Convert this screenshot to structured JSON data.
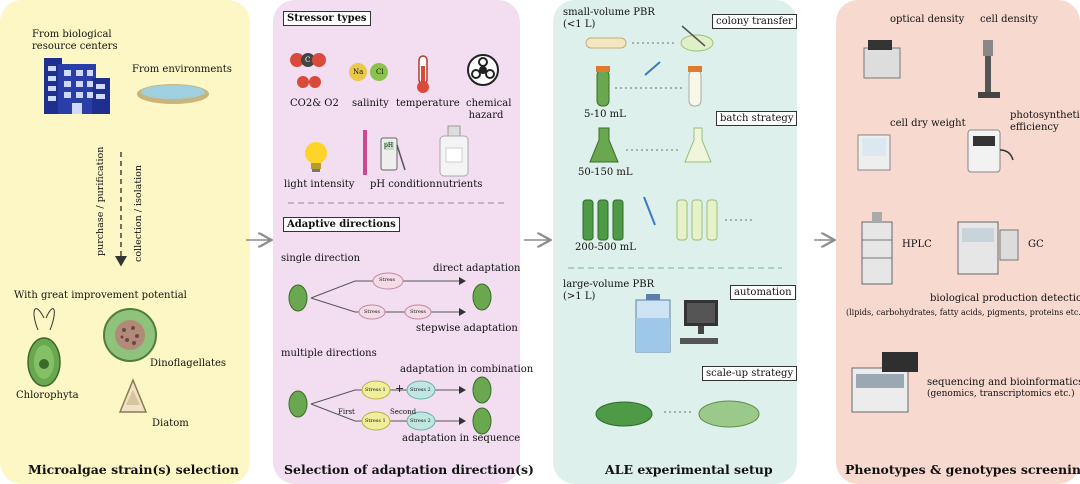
{
  "panels": {
    "p1": {
      "title": "Microalgae strain(s) selection",
      "from_centers": [
        "From biological",
        "resource centers"
      ],
      "from_env": "From environments",
      "purchase": "purchase / purification",
      "collection": "collection / isolation",
      "potential": "With great improvement potential",
      "dinoflagellates": "Dinoflagellates",
      "chlorophyta": "Chlorophyta",
      "diatom": "Diatom"
    },
    "p2": {
      "title": "Selection of adaptation direction(s)",
      "stressor_types": "Stressor types",
      "co2": "CO2& O2",
      "salinity": "salinity",
      "temperature": "temperature",
      "chemical": [
        "chemical",
        "hazard"
      ],
      "light": "light intensity",
      "ph": "pH condition",
      "nutrients": "nutrients",
      "adaptive_directions": "Adaptive directions",
      "single_direction": "single direction",
      "direct_adaptation": "direct adaptation",
      "stepwise_adaptation": "stepwise adaptation",
      "multiple_directions": "multiple directions",
      "adaptation_combination": "adaptation in combination",
      "adaptation_sequence": "adaptation in sequence",
      "stress": "Stress",
      "stress1": "Stress 1",
      "stress2": "Stress 2",
      "first": "First",
      "second": "Second",
      "plus": "+",
      "na": "Na",
      "cl": "Cl",
      "c": "C",
      "o": "O",
      "ph_short": "pH"
    },
    "p3": {
      "title": "ALE experimental setup",
      "small_pbr": [
        "small-volume PBR",
        "(<1 L)"
      ],
      "colony_transfer": "colony transfer",
      "v1": "5-10 mL",
      "batch_strategy": "batch strategy",
      "v2": "50-150 mL",
      "v3": "200-500 mL",
      "large_pbr": [
        "large-volume PBR",
        "(>1 L)"
      ],
      "automation": "automation",
      "scaleup": "scale-up strategy"
    },
    "p4": {
      "title": "Phenotypes & genotypes screening",
      "optical_density": "optical density",
      "cell_density": "cell density",
      "cell_dry_weight": "cell dry weight",
      "photosynthetic": [
        "photosynthetic",
        "efficiency"
      ],
      "hplc": "HPLC",
      "gc": "GC",
      "bio_detection": "biological production detection",
      "bio_detail": "(lipids, carbohydrates, fatty acids, pigments, proteins etc.)",
      "sequencing": "sequencing and bioinformatics",
      "seq_detail": "(genomics, transcriptomics etc.)"
    }
  },
  "colors": {
    "panel1": "#fcf7c4",
    "panel2": "#f2def0",
    "panel3": "#def0ec",
    "panel4": "#f7d9cf",
    "green": "#6aa84f",
    "arrow": "#8c8c8c"
  }
}
